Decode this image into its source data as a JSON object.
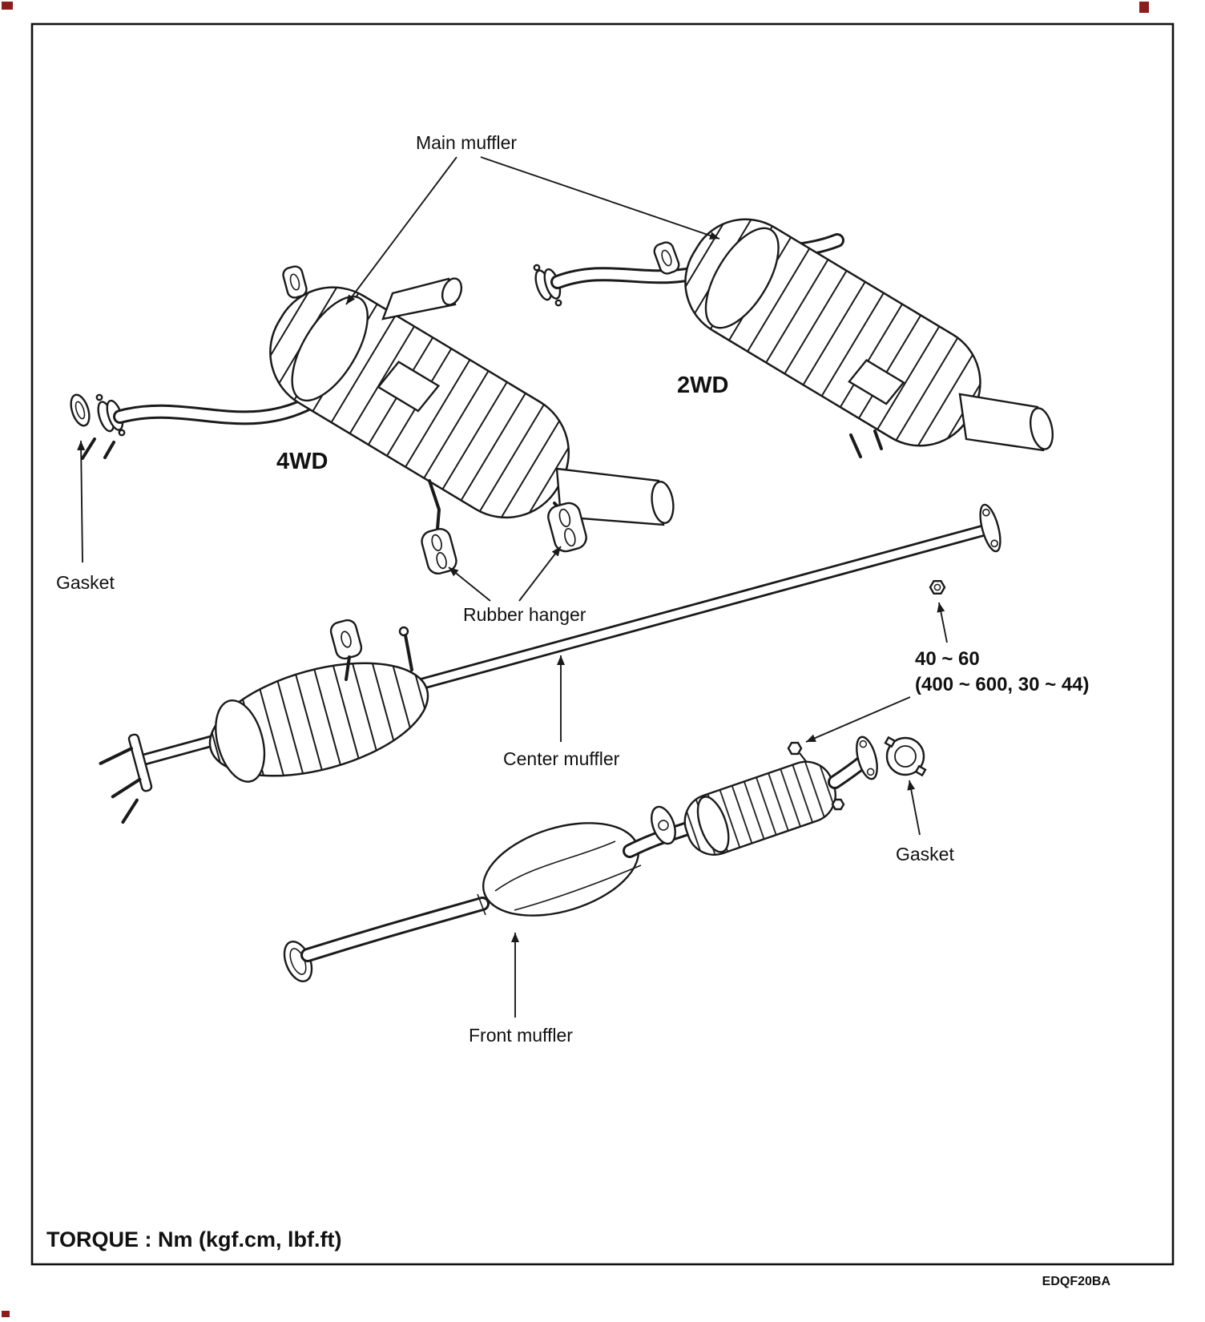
{
  "diagram": {
    "labels": {
      "main_muffler": "Main muffler",
      "variant_4wd": "4WD",
      "variant_2wd": "2WD",
      "gasket_left": "Gasket",
      "rubber_hanger": "Rubber hanger",
      "center_muffler": "Center muffler",
      "gasket_right": "Gasket",
      "front_muffler": "Front muffler"
    },
    "torque_spec": {
      "value": "40 ~ 60",
      "detail": "(400 ~ 600, 30 ~ 44)"
    },
    "torque_note": "TORQUE : Nm (kgf.cm, lbf.ft)",
    "doc_code": "EDQF20BA",
    "colors": {
      "line": "#1a1a1a",
      "background": "#ffffff"
    }
  }
}
